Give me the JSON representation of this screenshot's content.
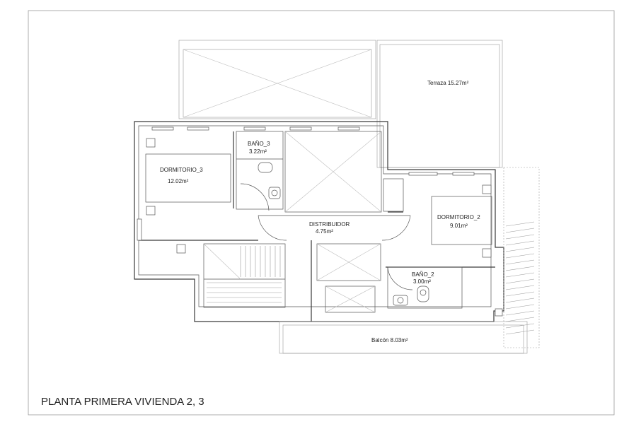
{
  "plan": {
    "title": "PLANTA PRIMERA VIVIENDA 2, 3",
    "rooms": [
      {
        "id": "terraza",
        "name": "Terraza 15.27m²",
        "area": ""
      },
      {
        "id": "bano3",
        "name": "BAÑO_3",
        "area": "3.22m²"
      },
      {
        "id": "dormitorio3",
        "name": "DORMITORIO_3",
        "area": "12.02m²"
      },
      {
        "id": "distribuidor",
        "name": "DISTRIBUIDOR",
        "area": "4.75m²"
      },
      {
        "id": "dormitorio2",
        "name": "DORMITORIO_2",
        "area": "9.01m²"
      },
      {
        "id": "bano2",
        "name": "BAÑO_2",
        "area": "3.00m²"
      },
      {
        "id": "balcon",
        "name": "Balcón 8.03m²",
        "area": ""
      }
    ]
  }
}
